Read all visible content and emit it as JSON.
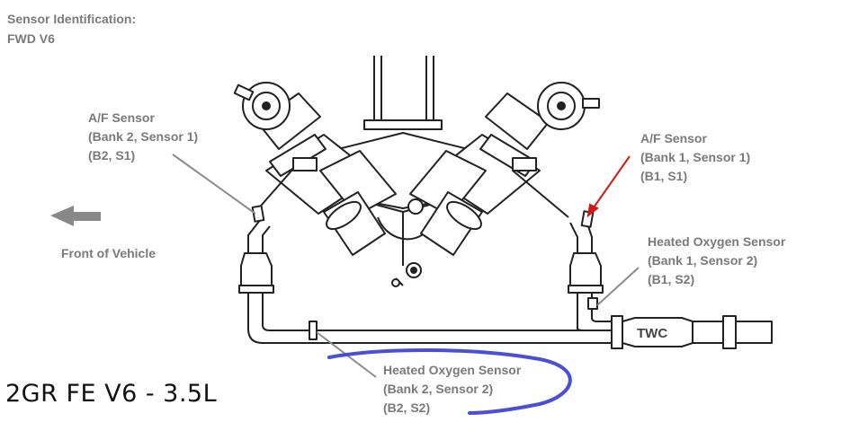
{
  "header": {
    "line1": "Sensor Identification:",
    "line2": "FWD V6"
  },
  "labels": {
    "af_bank2": {
      "line1": "A/F Sensor",
      "line2": "(Bank 2, Sensor 1)",
      "line3": "(B2, S1)"
    },
    "af_bank1": {
      "line1": "A/F Sensor",
      "line2": "(Bank 1, Sensor 1)",
      "line3": "(B1, S1)"
    },
    "ho2_bank1": {
      "line1": "Heated Oxygen Sensor",
      "line2": "(Bank 1, Sensor 2)",
      "line3": "(B1, S2)"
    },
    "ho2_bank2": {
      "line1": "Heated Oxygen Sensor",
      "line2": "(Bank 2, Sensor 2)",
      "line3": "(B2, S2)"
    },
    "front_of_vehicle": "Front of Vehicle",
    "twc": "TWC"
  },
  "caption": "2GR FE V6 - 3.5L",
  "colors": {
    "label_gray": "#7a7a7a",
    "leader_gray": "#8c8c8c",
    "arrow_red": "#d01818",
    "highlight_blue": "#4a4fd8",
    "line": "#222222"
  }
}
